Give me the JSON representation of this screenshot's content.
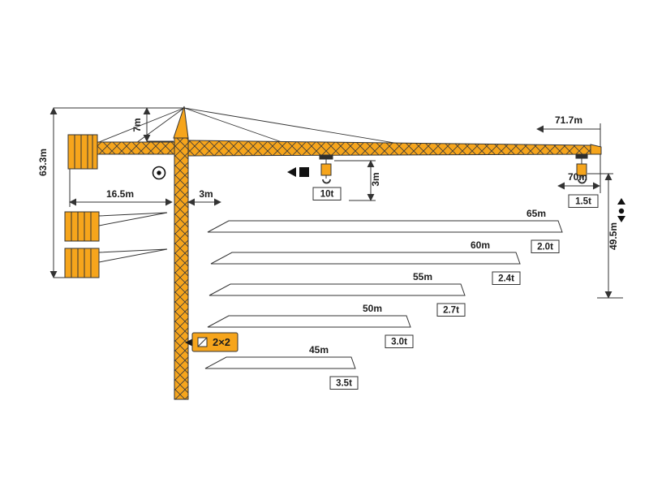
{
  "dimensions": {
    "total_height": "63.3m",
    "apex_height": "7m",
    "counter_jib_radius": "16.5m",
    "jib_root_offset": "3m",
    "hook_clearance": "3m",
    "max_jib_length": "71.7m",
    "max_radius": "70m",
    "hook_height": "49.5m"
  },
  "loads": {
    "max_capacity": "10t",
    "tip_capacity": "1.5t"
  },
  "reeving_badge": "2×2",
  "chart_data": {
    "type": "table",
    "rows": [
      {
        "jib_length": "65m",
        "tip_load": "2.0t"
      },
      {
        "jib_length": "60m",
        "tip_load": "2.4t"
      },
      {
        "jib_length": "55m",
        "tip_load": "2.7t"
      },
      {
        "jib_length": "50m",
        "tip_load": "3.0t"
      },
      {
        "jib_length": "45m",
        "tip_load": "3.5t"
      }
    ]
  },
  "colors": {
    "crane_orange": "#F6A51C",
    "line": "#333333"
  }
}
